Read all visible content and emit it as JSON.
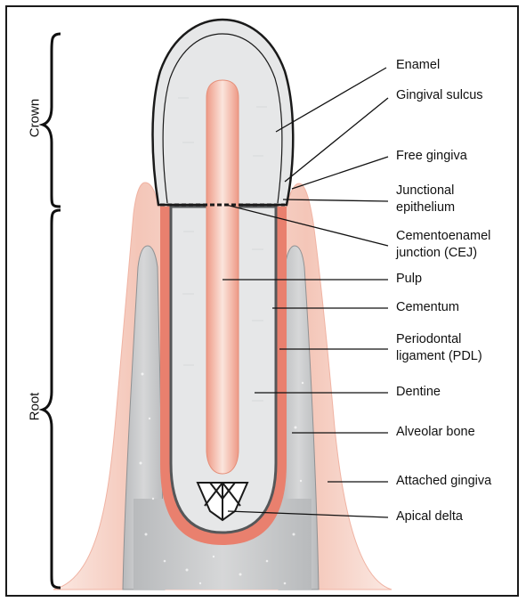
{
  "regions": {
    "crown": "Crown",
    "root": "Root"
  },
  "labels": {
    "enamel": "Enamel",
    "gingival_sulcus": "Gingival sulcus",
    "free_gingiva": "Free gingiva",
    "junctional_epithelium_1": "Junctional",
    "junctional_epithelium_2": "epithelium",
    "cej_1": "Cementoenamel",
    "cej_2": "junction (CEJ)",
    "pulp": "Pulp",
    "cementum": "Cementum",
    "pdl_1": "Periodontal",
    "pdl_2": "ligament (PDL)",
    "dentine": "Dentine",
    "alveolar_bone": "Alveolar bone",
    "attached_gingiva": "Attached gingiva",
    "apical_delta": "Apical delta"
  },
  "colors": {
    "gingiva": "#f6cfc2",
    "pdl": "#e9806e",
    "bone": "#c7c9cb",
    "dentine": "#e6e7e8",
    "pulp": "#f3b7a6",
    "outline": "#1a1a1a"
  }
}
